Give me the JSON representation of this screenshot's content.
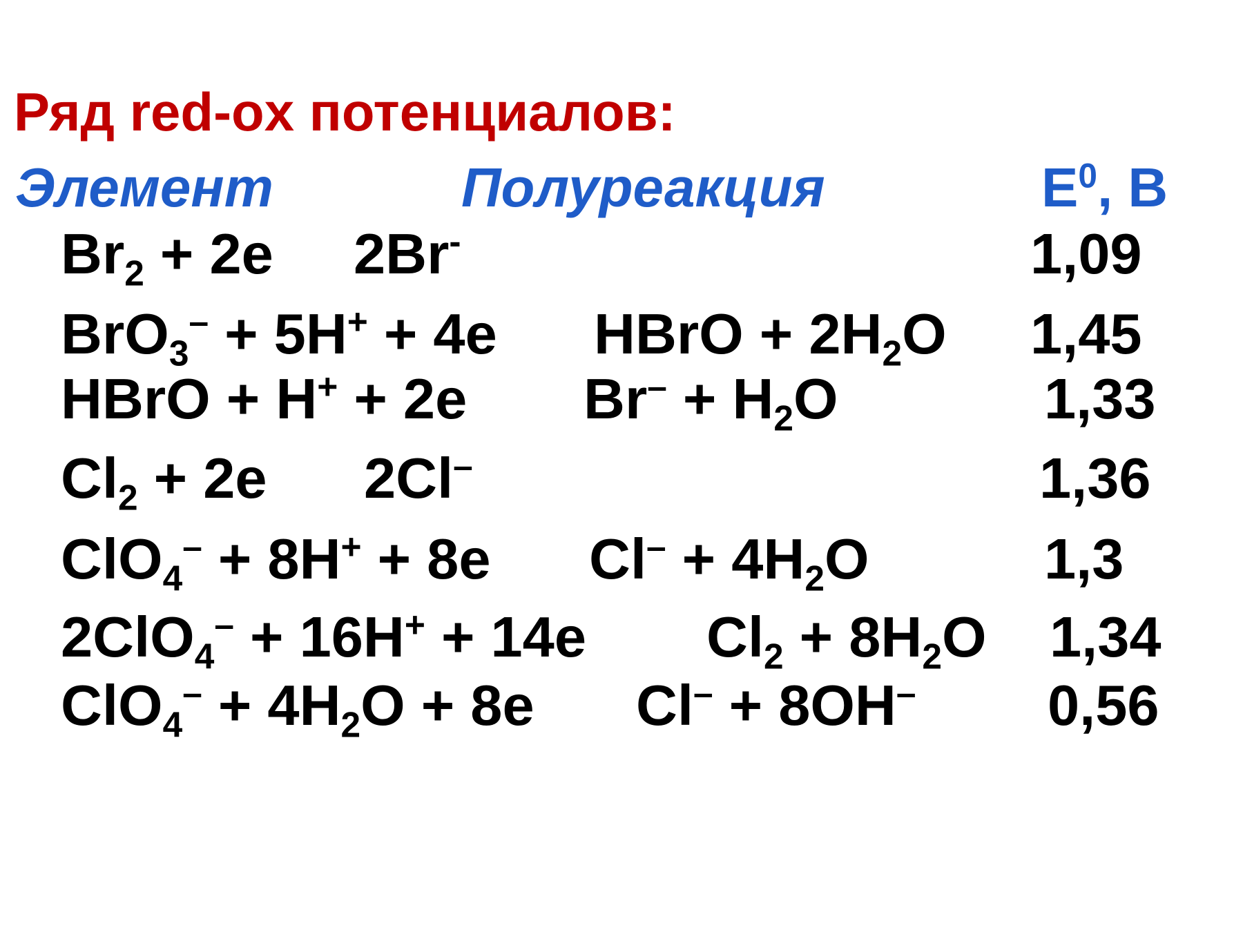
{
  "colors": {
    "title": "#c00000",
    "header": "#1f5cc8",
    "text": "#000000",
    "background": "#ffffff"
  },
  "title": "Ряд red-ox потенциалов:",
  "header": {
    "element": "Элемент",
    "half_reaction": "Полуреакция",
    "potential": "E",
    "potential_sup": "0",
    "potential_unit": ", В"
  },
  "rows": [
    {
      "left": [
        [
          "Br",
          ""
        ],
        [
          "2",
          "sub"
        ],
        [
          " + 2e",
          ""
        ]
      ],
      "right": [
        [
          "2Br",
          ""
        ],
        [
          "-",
          "sup"
        ]
      ],
      "value": "1,09"
    },
    {
      "left": [
        [
          "BrO",
          ""
        ],
        [
          "3",
          "sub"
        ],
        [
          "–",
          "sup"
        ],
        [
          " + 5H",
          ""
        ],
        [
          "+",
          "sup"
        ],
        [
          " + 4e",
          ""
        ]
      ],
      "right": [
        [
          "HBrO + 2H",
          ""
        ],
        [
          "2",
          "sub"
        ],
        [
          "O",
          ""
        ]
      ],
      "value": "1,45"
    },
    {
      "left": [
        [
          "HBrO + H",
          ""
        ],
        [
          "+",
          "sup"
        ],
        [
          " + 2e",
          ""
        ]
      ],
      "right": [
        [
          "Br",
          ""
        ],
        [
          "–",
          "sup"
        ],
        [
          " + H",
          ""
        ],
        [
          "2",
          "sub"
        ],
        [
          "O",
          ""
        ]
      ],
      "value": "1,33"
    },
    {
      "left": [
        [
          "Cl",
          ""
        ],
        [
          "2",
          "sub"
        ],
        [
          " + 2e",
          ""
        ]
      ],
      "right": [
        [
          "2Cl",
          ""
        ],
        [
          "–",
          "sup"
        ]
      ],
      "value": "1,36"
    },
    {
      "left": [
        [
          "ClO",
          ""
        ],
        [
          "4",
          "sub"
        ],
        [
          "–",
          "sup"
        ],
        [
          " + 8H",
          ""
        ],
        [
          "+",
          "sup"
        ],
        [
          " + 8e",
          ""
        ]
      ],
      "right": [
        [
          "Cl",
          ""
        ],
        [
          "–",
          "sup"
        ],
        [
          " + 4H",
          ""
        ],
        [
          "2",
          "sub"
        ],
        [
          "O",
          ""
        ]
      ],
      "value": "1,3"
    },
    {
      "left": [
        [
          "2ClO",
          ""
        ],
        [
          "4",
          "sub"
        ],
        [
          "–",
          "sup"
        ],
        [
          " + 16H",
          ""
        ],
        [
          "+",
          "sup"
        ],
        [
          " + 14e",
          ""
        ]
      ],
      "right": [
        [
          "Cl",
          ""
        ],
        [
          "2",
          "sub"
        ],
        [
          " + 8H",
          ""
        ],
        [
          "2",
          "sub"
        ],
        [
          "O",
          ""
        ]
      ],
      "value": "1,34"
    },
    {
      "left": [
        [
          "ClO",
          ""
        ],
        [
          "4",
          "sub"
        ],
        [
          "–",
          "sup"
        ],
        [
          " + 4H",
          ""
        ],
        [
          "2",
          "sub"
        ],
        [
          "O + 8e",
          ""
        ]
      ],
      "right": [
        [
          "Cl",
          ""
        ],
        [
          "–",
          "sup"
        ],
        [
          " + 8OH",
          ""
        ],
        [
          "–",
          "sup"
        ]
      ],
      "value": "0,56"
    }
  ]
}
